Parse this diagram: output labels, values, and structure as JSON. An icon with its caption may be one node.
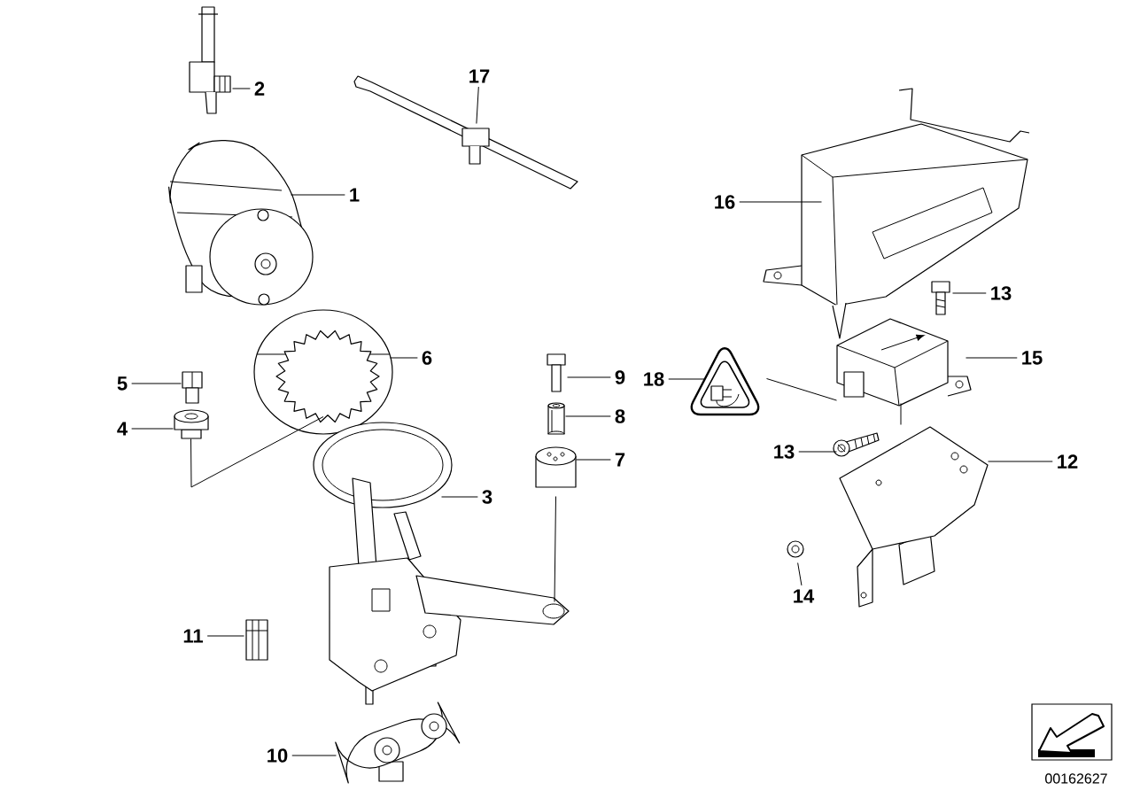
{
  "diagram": {
    "nodes": [
      {
        "text": [
          "2"
        ]
      },
      {
        "text": [
          "17"
        ]
      },
      {
        "text": [
          "1"
        ]
      },
      {
        "text": [
          "16"
        ]
      },
      {
        "text": [
          "13"
        ]
      },
      {
        "text": [
          "6"
        ]
      },
      {
        "text": [
          "15"
        ]
      },
      {
        "text": [
          "9"
        ]
      },
      {
        "text": [
          "18"
        ]
      },
      {
        "text": [
          "5"
        ]
      },
      {
        "text": [
          "8"
        ]
      },
      {
        "text": [
          "4"
        ]
      },
      {
        "text": [
          "13"
        ]
      },
      {
        "text": [
          "7"
        ]
      },
      {
        "text": [
          "12"
        ]
      },
      {
        "text": [
          "3"
        ]
      },
      {
        "text": [
          "14"
        ]
      },
      {
        "text": [
          "11"
        ]
      },
      {
        "text": [
          "10"
        ]
      },
      {
        "text": [],
        "shape": "picture"
      },
      {
        "text": [],
        "shape": "picture"
      },
      {
        "text": [],
        "shape": "picture"
      },
      {
        "text": [],
        "shape": "picture"
      },
      {
        "text": [],
        "shape": "picture"
      },
      {
        "text": [],
        "shape": "picture"
      },
      {
        "text": [],
        "shape": "picture"
      },
      {
        "text": [],
        "shape": "picture"
      },
      {
        "text": [],
        "shape": "picture"
      },
      {
        "text": [],
        "shape": "picture"
      },
      {
        "text": [],
        "shape": "picture"
      },
      {
        "text": [],
        "shape": "picture"
      },
      {
        "text": [],
        "shape": "picture"
      },
      {
        "text": [],
        "shape": "picture"
      },
      {
        "text": [],
        "shape": "picture"
      },
      {
        "text": [],
        "shape": "picture"
      },
      {
        "text": [],
        "shape": "picture"
      },
      {
        "text": [],
        "shape": "picture"
      },
      {
        "text": [],
        "shape": "picture"
      },
      {
        "text": [],
        "shape": "picture"
      }
    ],
    "edges": [
      {
        "from": 0,
        "to": 19,
        "arrow": "none"
      },
      {
        "from": 1,
        "to": 20,
        "arrow": "none"
      },
      {
        "from": 2,
        "to": 21,
        "arrow": "none"
      },
      {
        "from": 3,
        "to": 22,
        "arrow": "none"
      },
      {
        "from": 4,
        "to": 23,
        "arrow": "none"
      },
      {
        "from": 5,
        "to": 24,
        "arrow": "none"
      },
      {
        "from": 6,
        "to": 25,
        "arrow": "none"
      },
      {
        "from": 7,
        "to": 26,
        "arrow": "none"
      },
      {
        "from": 8,
        "to": 27,
        "arrow": "none"
      },
      {
        "from": 9,
        "to": 28,
        "arrow": "none"
      },
      {
        "from": 10,
        "to": 29,
        "arrow": "none"
      },
      {
        "from": 11,
        "to": 30,
        "arrow": "none"
      },
      {
        "from": 12,
        "to": 31,
        "arrow": "none"
      },
      {
        "from": 13,
        "to": 32,
        "arrow": "none"
      },
      {
        "from": 14,
        "to": 33,
        "arrow": "none"
      },
      {
        "from": 15,
        "to": 34,
        "arrow": "none"
      },
      {
        "from": 16,
        "to": 35,
        "arrow": "none"
      },
      {
        "from": 17,
        "to": 36,
        "arrow": "none"
      },
      {
        "from": 18,
        "to": 37,
        "arrow": "none"
      },
      {
        "from": 30,
        "to": 24,
        "arrow": "none"
      },
      {
        "from": 32,
        "to": 38,
        "arrow": "none"
      },
      {
        "from": 27,
        "to": 25,
        "arrow": "none"
      },
      {
        "from": 25,
        "to": 33,
        "arrow": "none"
      }
    ],
    "labels": [
      "00162627"
    ]
  }
}
